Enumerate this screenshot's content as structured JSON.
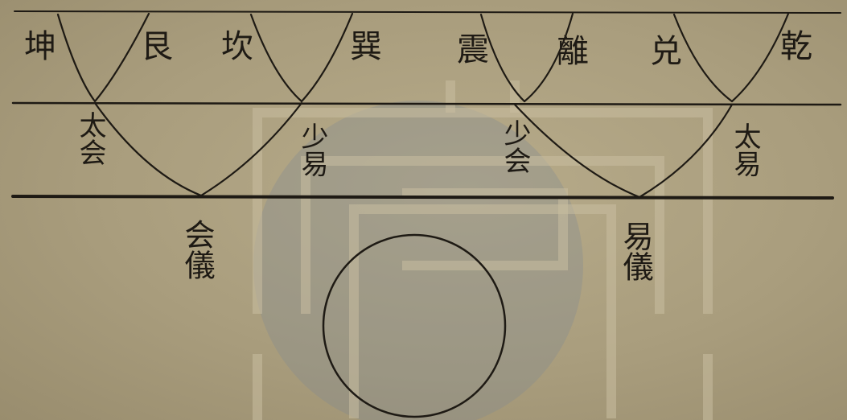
{
  "diagram": {
    "trigrams": [
      {
        "name": "坤"
      },
      {
        "name": "艮"
      },
      {
        "name": "坎"
      },
      {
        "name": "巽"
      },
      {
        "name": "震"
      },
      {
        "name": "離"
      },
      {
        "name": "兑"
      },
      {
        "name": "乾"
      }
    ],
    "four_images": [
      {
        "label": "太会"
      },
      {
        "label": "少易"
      },
      {
        "label": "少会"
      },
      {
        "label": "太易"
      }
    ],
    "two_modes": [
      {
        "label": "会儀"
      },
      {
        "label": "易儀"
      }
    ]
  },
  "colors": {
    "paper": "#a99d7d",
    "ink": "#1e1a14",
    "watermark_seal": "#7f8a92"
  }
}
